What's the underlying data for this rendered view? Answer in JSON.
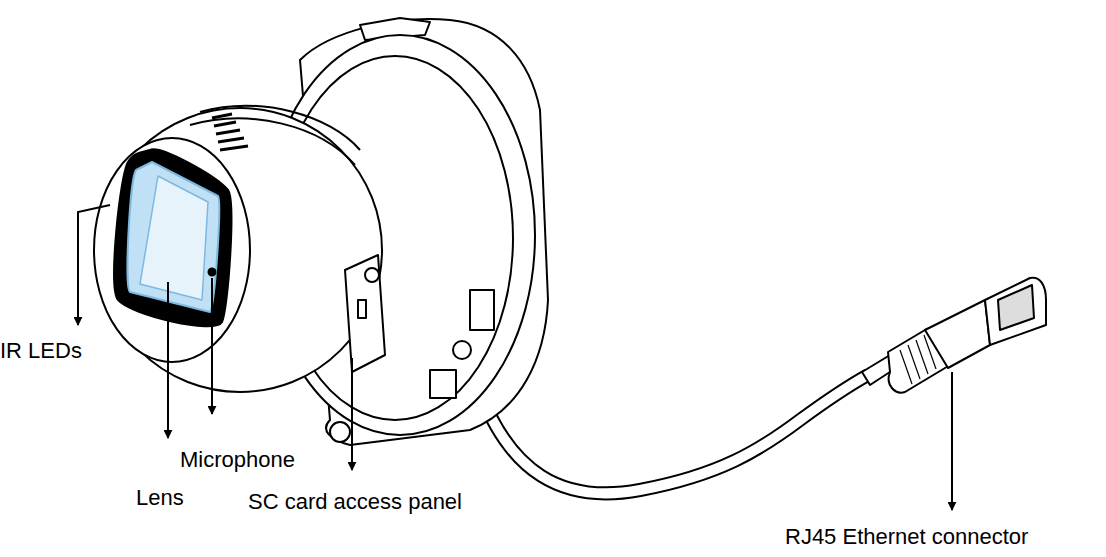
{
  "diagram": {
    "labels": [
      "IR LEDs",
      "Lens",
      "Microphone",
      "SC card access panel",
      "RJ45 Ethernet connector"
    ]
  }
}
